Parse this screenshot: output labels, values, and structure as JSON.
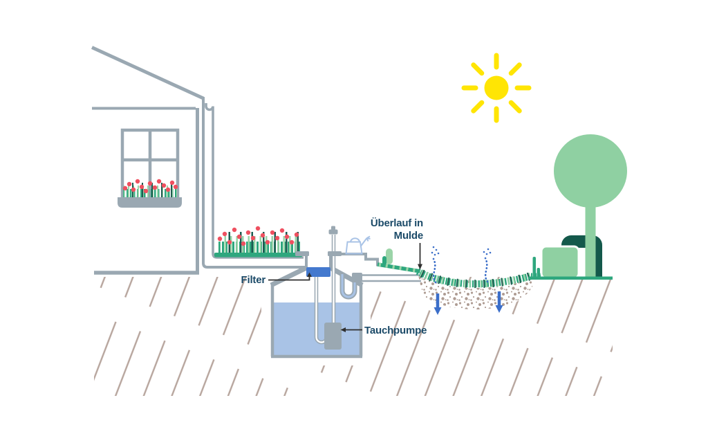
{
  "scene": {
    "kind": "infographic-illustration",
    "subject": "rainwater-cistern-with-filter-pump-and-infiltration-swale"
  },
  "labels": {
    "filter": {
      "text": "Filter"
    },
    "pump": {
      "text": "Tauchpumpe"
    },
    "overflow": {
      "line1": "Überlauf in",
      "line2": "Mulde"
    }
  },
  "icons": [
    "sun-icon",
    "house-icon",
    "window-icon",
    "flower-box-icon",
    "downpipe-icon",
    "cistern-icon",
    "filter-icon",
    "submersible-pump-icon",
    "riser-pipe-icon",
    "garden-tap-icon",
    "watering-can-icon",
    "overflow-pipe-icon",
    "swale-icon",
    "gravel-icon",
    "infiltration-arrow-icon",
    "evaporation-dots-icon",
    "tree-icon",
    "hedge-arch-icon",
    "garden-box-icon",
    "ground-hatch-icon"
  ],
  "colors": {
    "background": "#FFFFFF",
    "outline_gray": "#9AA8B2",
    "water_blue": "#A9C3E6",
    "filter_blue": "#4479CE",
    "label_navy": "#1B4A68",
    "teal_green": "#2EA77E",
    "light_green": "#9BD4A8",
    "tree_green": "#8FD0A2",
    "dark_green": "#14594B",
    "stem_dark_green": "#1E5B50",
    "flower_red": "#EF5060",
    "sun_yellow": "#FFE504",
    "hatch_brown": "#B7A59D",
    "gravel_brown": "#AE9C93",
    "arrow_blue": "#3B6EC9",
    "leader_black": "#2F2F2F"
  }
}
